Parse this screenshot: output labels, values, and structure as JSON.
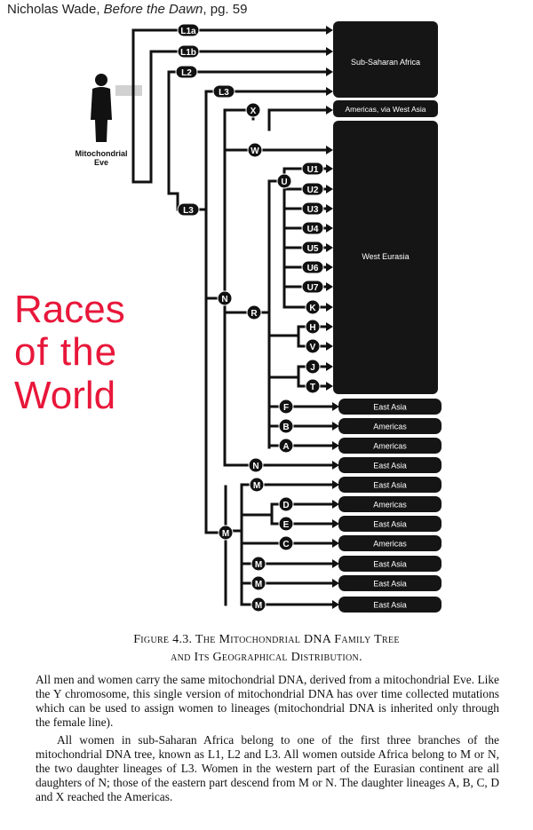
{
  "citation": {
    "author": "Nicholas Wade,",
    "book": "Before the Dawn",
    "page": ", pg. 59"
  },
  "side_title": [
    "Races",
    "of  the",
    "World"
  ],
  "eve_label": [
    "Mitochondrial",
    "Eve"
  ],
  "figure": {
    "title_line1": "Figure 4.3. The Mitochondrial DNA Family Tree",
    "title_line2": "and Its Geographical Distribution.",
    "para1": "All men and women carry the same mitochondrial DNA, derived from a mitochondrial Eve. Like the Y chromosome, this single version of mitochondrial DNA has over time collected mutations which can be used to assign women to lineages (mitochondrial DNA is inherited only through the female line).",
    "para2": "All women in sub-Saharan Africa belong to one of the first three branches of the mitochondrial DNA tree, known as L1, L2 and L3. All women outside Africa belong to M or N, the two daughter lineages of L3. Women in the western part of the Eurasian continent are all daughters of N; those of the eastern part descend from M or N. The daughter lineages A, B, C, D and X reached the Americas."
  },
  "tree": {
    "top_lineages": [
      "L1a",
      "L1b",
      "L2",
      "L3"
    ],
    "regions_large": [
      {
        "label": "Sub-Saharan Africa"
      },
      {
        "label": "Americas, via West Asia"
      },
      {
        "label": "West Eurasia"
      }
    ],
    "internal_nodes": [
      "L3",
      "N",
      "R",
      "U",
      "M"
    ],
    "leaves": [
      {
        "label": "X",
        "region": "Americas, via West Asia"
      },
      {
        "label": "W",
        "region": "West Eurasia"
      },
      {
        "label": "U1",
        "region": "West Eurasia"
      },
      {
        "label": "U2",
        "region": "West Eurasia"
      },
      {
        "label": "U3",
        "region": "West Eurasia"
      },
      {
        "label": "U4",
        "region": "West Eurasia"
      },
      {
        "label": "U5",
        "region": "West Eurasia"
      },
      {
        "label": "U6",
        "region": "West Eurasia"
      },
      {
        "label": "U7",
        "region": "West Eurasia"
      },
      {
        "label": "K",
        "region": "West Eurasia"
      },
      {
        "label": "H",
        "region": "West Eurasia"
      },
      {
        "label": "V",
        "region": "West Eurasia"
      },
      {
        "label": "J",
        "region": "West Eurasia"
      },
      {
        "label": "T",
        "region": "West Eurasia"
      },
      {
        "label": "F",
        "region": "East Asia"
      },
      {
        "label": "B",
        "region": "Americas"
      },
      {
        "label": "A",
        "region": "Americas"
      },
      {
        "label": "N",
        "region": "East Asia"
      },
      {
        "label": "M",
        "region": "East Asia"
      },
      {
        "label": "D",
        "region": "Americas"
      },
      {
        "label": "E",
        "region": "East Asia"
      },
      {
        "label": "C",
        "region": "Americas"
      },
      {
        "label": "M",
        "region": "East Asia"
      },
      {
        "label": "M",
        "region": "East Asia"
      },
      {
        "label": "M",
        "region": "East Asia"
      }
    ]
  }
}
